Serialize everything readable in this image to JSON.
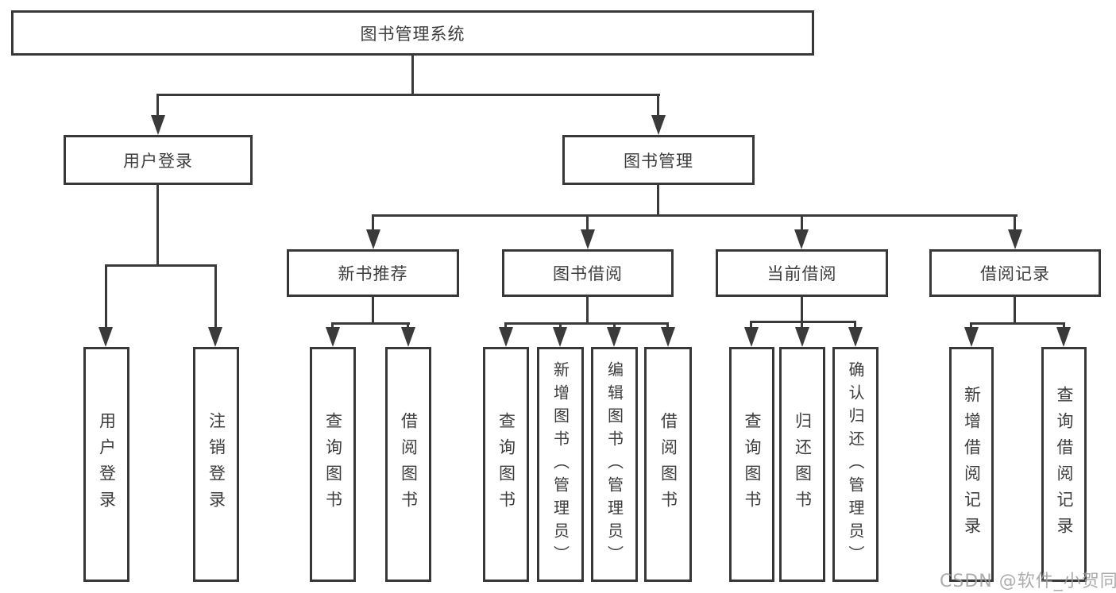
{
  "diagram": {
    "title": "图书管理系统",
    "tree": {
      "label": "图书管理系统",
      "children": [
        {
          "label": "用户登录",
          "children": [
            {
              "label": "用户登录"
            },
            {
              "label": "注销登录"
            }
          ]
        },
        {
          "label": "图书管理",
          "children": [
            {
              "label": "新书推荐",
              "children": [
                {
                  "label": "查询图书"
                },
                {
                  "label": "借阅图书"
                }
              ]
            },
            {
              "label": "图书借阅",
              "children": [
                {
                  "label": "查询图书"
                },
                {
                  "label": "新增图书（管理员）"
                },
                {
                  "label": "编辑图书（管理员）"
                },
                {
                  "label": "借阅图书"
                }
              ]
            },
            {
              "label": "当前借阅",
              "children": [
                {
                  "label": "查询图书"
                },
                {
                  "label": "归还图书"
                },
                {
                  "label": "确认归还（管理员）"
                }
              ]
            },
            {
              "label": "借阅记录",
              "children": [
                {
                  "label": "新增借阅记录"
                },
                {
                  "label": "查询借阅记录"
                }
              ]
            }
          ]
        }
      ]
    },
    "colors": {
      "line": "#3a3a3a",
      "border": "#383838",
      "text": "#3d3d3d",
      "background": "#ffffff",
      "watermark": "#9e9e9e"
    }
  },
  "watermark": "CSDN @软件_小贺同学"
}
